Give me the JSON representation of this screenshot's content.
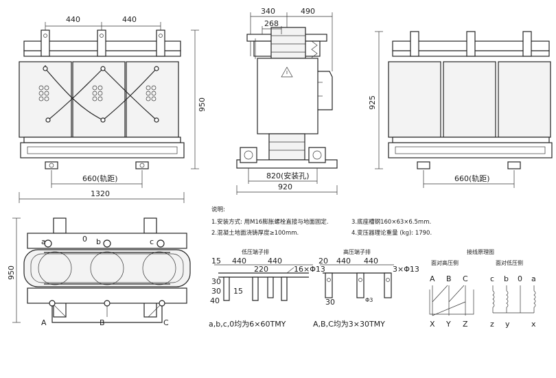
{
  "front_view": {
    "dim_top_left": "440",
    "dim_top_right": "440",
    "dim_height": "950",
    "dim_track": "660(轨距)",
    "dim_width": "1320"
  },
  "side_view": {
    "dim_340": "340",
    "dim_490": "490",
    "dim_268": "268",
    "dim_mount": "820(安装孔)",
    "dim_width": "920"
  },
  "back_view": {
    "dim_height": "925",
    "dim_track": "660(轨距)"
  },
  "top_view": {
    "dim_height": "950",
    "terminals_low": [
      "a",
      "0",
      "b",
      "c"
    ],
    "terminals_high": [
      "A",
      "B",
      "C"
    ]
  },
  "notes": {
    "heading": "说明:",
    "items": [
      "1.安装方式: 用M16膨胀螺栓直接与地面固定.",
      "2.混凝土地面浇铸厚度≥100mm.",
      "3.底座槽钢160×63×6.5mm.",
      "4.变压器理论重量 (kg): 1790."
    ]
  },
  "low_voltage_terminal": {
    "title": "低压端子排",
    "dims": [
      "15",
      "440",
      "440",
      "220",
      "16×Φ13",
      "30",
      "30",
      "15",
      "40"
    ],
    "caption": "a,b,c,0均为6×60TMY"
  },
  "high_voltage_terminal": {
    "title": "高压端子排",
    "dims": [
      "20",
      "440",
      "440",
      "3×Φ13",
      "30",
      "Φ3"
    ],
    "caption": "A,B,C均为3×30TMY"
  },
  "wiring": {
    "title": "接线原理图",
    "high_label": "面对高压侧",
    "low_label": "面对低压侧",
    "high_top": [
      "A",
      "B",
      "C"
    ],
    "high_bottom": [
      "X",
      "Y",
      "Z"
    ],
    "low_top": [
      "c",
      "b",
      "0",
      "a"
    ],
    "low_bottom": [
      "z",
      "y",
      "x"
    ]
  }
}
